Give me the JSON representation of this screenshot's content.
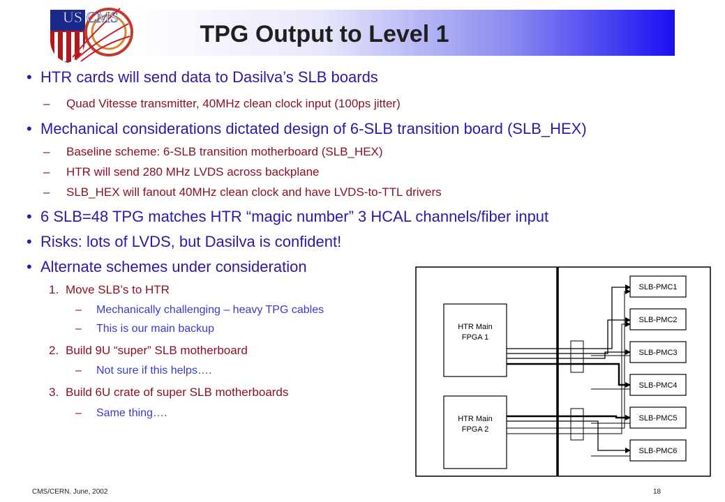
{
  "title": "TPG Output to Level 1",
  "logo_text": "US CMS",
  "bullet_char": "•",
  "dash_char": "–",
  "bullets": [
    {
      "text": "HTR cards will send data to Dasilva’s SLB boards"
    },
    {
      "text": "Quad Vitesse transmitter, 40MHz clean clock input (100ps jitter)"
    },
    {
      "text": "Mechanical considerations dictated design of 6-SLB transition board (SLB_HEX)"
    },
    {
      "text": "Baseline scheme:  6-SLB transition motherboard (SLB_HEX)"
    },
    {
      "text": "HTR will send 280 MHz LVDS across backplane"
    },
    {
      "text": "SLB_HEX will fanout 40MHz clean clock and have LVDS-to-TTL drivers"
    },
    {
      "text": "6 SLB=48 TPG matches HTR “magic number” 3 HCAL channels/fiber input"
    },
    {
      "text": "Risks:  lots of LVDS, but Dasilva is confident!"
    },
    {
      "text": "Alternate schemes under consideration"
    }
  ],
  "alternates": [
    {
      "num": "1.",
      "text": "Move SLB’s to HTR",
      "subs": [
        "Mechanically challenging – heavy TPG cables",
        "This is our main backup"
      ]
    },
    {
      "num": "2.",
      "text": "Build 9U “super” SLB motherboard",
      "subs": [
        "Not sure if this helps…."
      ]
    },
    {
      "num": "3.",
      "text": "Build 6U crate of super SLB motherboards",
      "subs": [
        "Same thing…."
      ]
    }
  ],
  "diagram": {
    "fpga_1": {
      "line1": "HTR Main",
      "line2": "FPGA 1"
    },
    "fpga_2": {
      "line1": "HTR Main",
      "line2": "FPGA 2"
    },
    "slb_boxes": [
      "SLB-PMC1",
      "SLB-PMC2",
      "SLB-PMC3",
      "SLB-PMC4",
      "SLB-PMC5",
      "SLB-PMC6"
    ]
  },
  "footer": {
    "left": "CMS/CERN. June, 2002",
    "right": "18"
  }
}
